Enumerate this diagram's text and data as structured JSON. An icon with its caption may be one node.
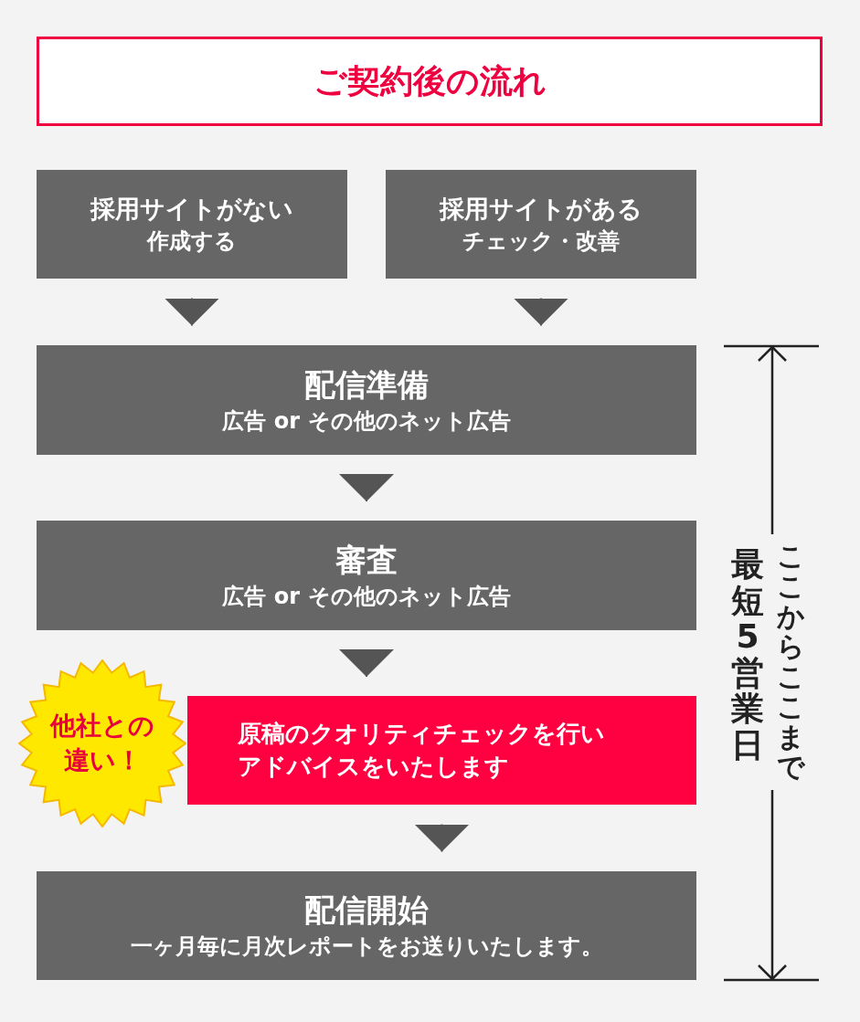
{
  "diagram": {
    "nodes": [
      {
        "text": [
          "ご契約後の流れ"
        ]
      },
      {
        "text": [
          "採用サイトがない",
          "作成する"
        ]
      },
      {
        "text": [
          "採用サイトがある",
          "チェック・改善"
        ]
      },
      {
        "text": [
          "配信準備",
          "広告 or その他のネット広告"
        ]
      },
      {
        "text": [
          "審査",
          "広告 or その他のネット広告"
        ]
      },
      {
        "text": [
          "原稿のクオリティチェックを行いアドバイスをいたします"
        ]
      },
      {
        "text": [
          "他社との違い！"
        ]
      },
      {
        "text": [
          "配信開始",
          "一ヶ月毎に月次レポートをお送りいたします。"
        ]
      }
    ],
    "edges": [
      {
        "from": 1,
        "to": 3,
        "arrow": "to"
      },
      {
        "from": 2,
        "to": 3,
        "arrow": "to"
      },
      {
        "from": 3,
        "to": 4,
        "arrow": "to"
      },
      {
        "from": 4,
        "to": 5,
        "arrow": "to"
      },
      {
        "from": 5,
        "to": 7,
        "arrow": "to"
      }
    ],
    "labels": [
      "ここからここまで",
      "最短5営業日"
    ]
  }
}
